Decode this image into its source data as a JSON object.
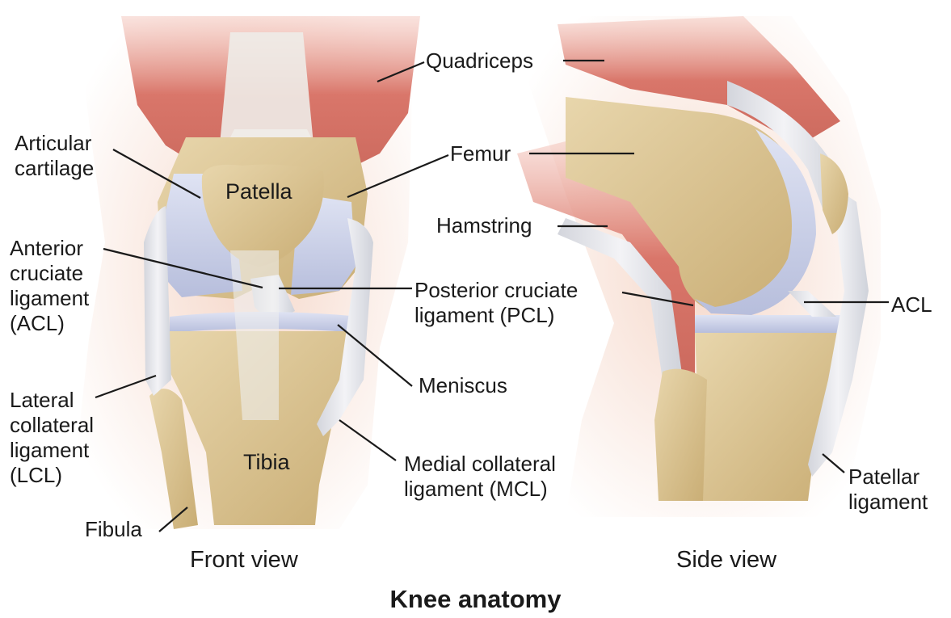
{
  "title": "Knee anatomy",
  "views": {
    "front": "Front view",
    "side": "Side view"
  },
  "labels": {
    "quadriceps": "Quadriceps",
    "articular_cartilage": "Articular\ncartilage",
    "patella": "Patella",
    "femur": "Femur",
    "hamstring": "Hamstring",
    "acl_front": "Anterior\ncruciate\nligament\n(ACL)",
    "pcl": "Posterior cruciate\nligament (PCL)",
    "meniscus": "Meniscus",
    "lcl": "Lateral\ncollateral\nligament\n(LCL)",
    "tibia": "Tibia",
    "mcl": "Medial collateral\nligament (MCL)",
    "fibula": "Fibula",
    "acl_side": "ACL",
    "patellar_ligament": "Patellar\nligament"
  },
  "colors": {
    "muscle": "#d9766a",
    "skin": "#f6dccf",
    "bone": "#dcc79a",
    "bone_dark": "#c9ad74",
    "cartilage": "#c8cfe6",
    "ligament": "#e6e6ea",
    "line": "#1a1a1a"
  }
}
